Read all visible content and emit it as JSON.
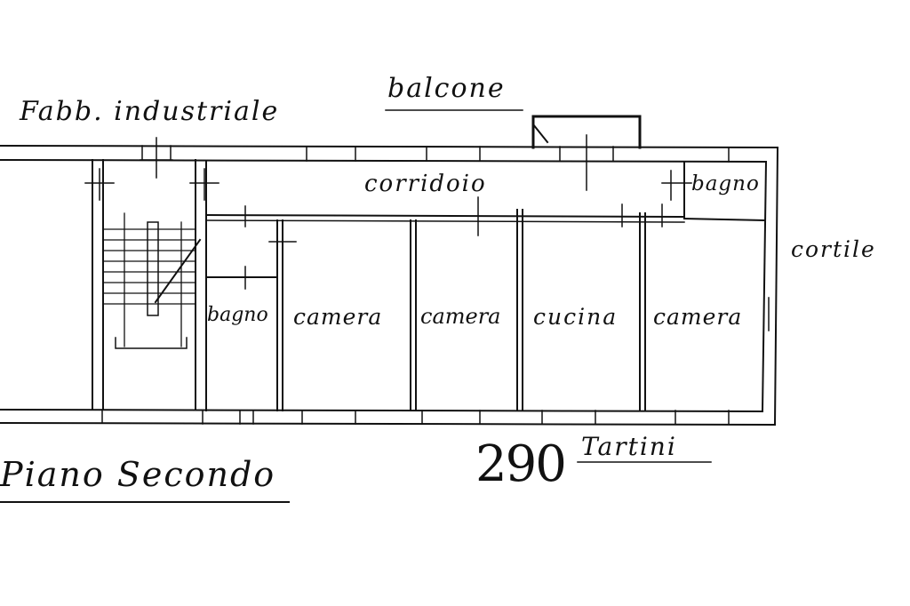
{
  "plan": {
    "ink_color": "#111111",
    "paper_color": "#ffffff",
    "labels": {
      "building": "Fabb. industriale",
      "balcony": "balcone",
      "corridor": "corridoio",
      "bath_upper": "bagno",
      "courtyard": "cortile",
      "bath_lower": "bagno",
      "room1": "camera",
      "room2": "camera",
      "kitchen": "cucina",
      "room3": "camera",
      "floor_title": "Piano Secondo",
      "street_number": "290",
      "street_name": "Tartini"
    }
  }
}
